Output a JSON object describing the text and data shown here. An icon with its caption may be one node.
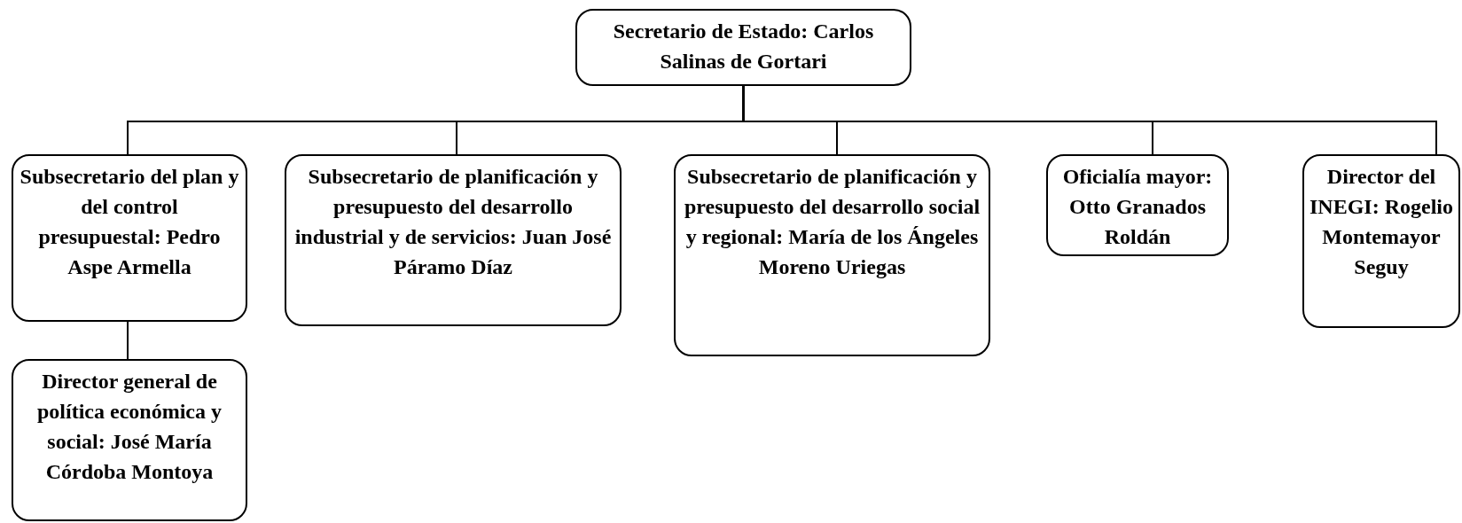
{
  "diagram": {
    "nodes": [
      {
        "text": [
          "Secretario de Estado: Carlos Salinas de Gortari"
        ]
      },
      {
        "text": [
          "Subsecretario del plan y del control presupuestal: Pedro Aspe Armella"
        ]
      },
      {
        "text": [
          "Subsecretario de planificación y presupuesto del desarrollo industrial y de servicios: Juan José Páramo Díaz"
        ]
      },
      {
        "text": [
          "Subsecretario de planificación y presupuesto del desarrollo social y regional: María de los Ángeles Moreno Uriegas"
        ]
      },
      {
        "text": [
          "Oficialía mayor: Otto Granados Roldán"
        ]
      },
      {
        "text": [
          "Director del INEGI: Rogelio Montemayor Seguy"
        ]
      },
      {
        "text": [
          "Director general de política económica y social: José María Córdoba Montoya"
        ]
      }
    ],
    "edges": [
      {
        "from": 0,
        "to": 1,
        "arrow": "none"
      },
      {
        "from": 0,
        "to": 2,
        "arrow": "none"
      },
      {
        "from": 0,
        "to": 3,
        "arrow": "none"
      },
      {
        "from": 0,
        "to": 4,
        "arrow": "none"
      },
      {
        "from": 0,
        "to": 5,
        "arrow": "none"
      },
      {
        "from": 1,
        "to": 6,
        "arrow": "none"
      }
    ]
  }
}
